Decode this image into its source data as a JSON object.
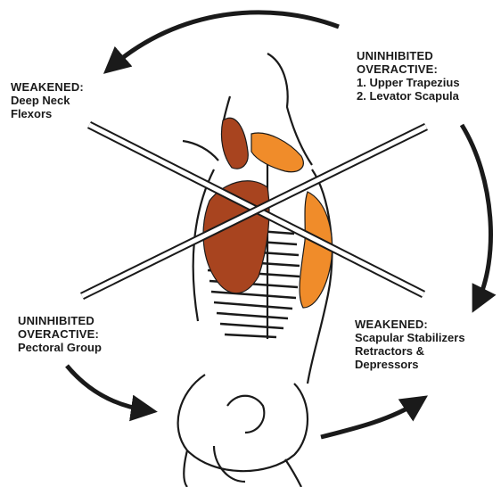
{
  "labels": {
    "top_left": {
      "heading": "WEAKENED:",
      "lines": [
        "Deep Neck",
        "Flexors"
      ]
    },
    "top_right": {
      "heading_1": "UNINHIBITED",
      "heading_2": "OVERACTIVE:",
      "lines": [
        "1. Upper Trapezius",
        "2. Levator Scapula"
      ]
    },
    "bottom_left": {
      "heading_1": "UNINHIBITED",
      "heading_2": "OVERACTIVE:",
      "lines": [
        "Pectoral Group"
      ]
    },
    "bottom_right": {
      "heading": "WEAKENED:",
      "lines": [
        "Scapular Stabilizers",
        "Retractors &",
        "Depressors"
      ]
    }
  },
  "colors": {
    "ink": "#1a1a1a",
    "pectoral_muscle": "#a8441f",
    "neck_muscle": "#a8441f",
    "trapezius_muscle": "#f08c2a",
    "scapular_muscle": "#f08c2a"
  },
  "icons": [
    "curved-arrow-icon",
    "crossed-bars-icon",
    "torso-figure-icon"
  ]
}
